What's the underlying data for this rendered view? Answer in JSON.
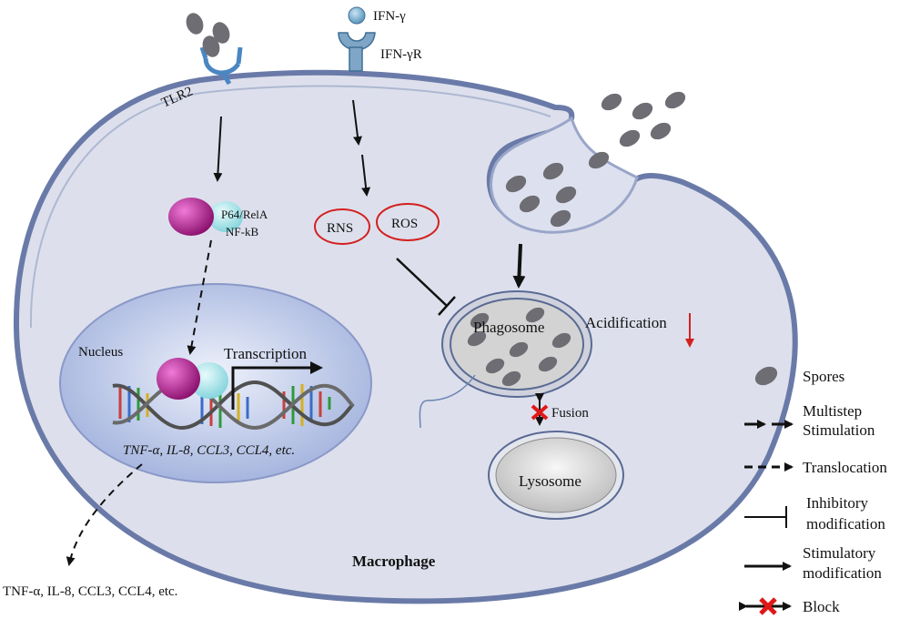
{
  "labels": {
    "ifn_gamma": "IFN-γ",
    "ifn_gamma_r": "IFN-γR",
    "tlr2": "TLR2",
    "p64_rela": "P64/RelA",
    "nf_kb": "NF-kB",
    "rns": "RNS",
    "ros": "ROS",
    "nucleus": "Nucleus",
    "transcription": "Transcription",
    "genes": "TNF-α, IL-8, CCL3, CCL4, etc.",
    "secreted": "TNF-α, IL-8, CCL3, CCL4, etc.",
    "phagosome": "Phagosome",
    "acidification": "Acidification",
    "fusion": "Fusion",
    "lysosome": "Lysosome",
    "macrophage": "Macrophage"
  },
  "legend": {
    "items": [
      {
        "symbol": "spore",
        "lines": [
          "Spores"
        ]
      },
      {
        "symbol": "multistep-arrow",
        "lines": [
          "Multistep",
          "Stimulation"
        ]
      },
      {
        "symbol": "dashed-arrow",
        "lines": [
          "Translocation"
        ]
      },
      {
        "symbol": "inhibitory-bar",
        "lines": [
          "Inhibitory",
          "modification"
        ]
      },
      {
        "symbol": "solid-arrow",
        "lines": [
          "Stimulatory",
          "modification"
        ]
      },
      {
        "symbol": "block",
        "lines": [
          "Block"
        ]
      }
    ]
  },
  "colors": {
    "cell_fill": "#dde0ec",
    "cell_border": "#6a7aa8",
    "nucleus_fill": "#b9c4e4",
    "spore": "#6d6d73",
    "receptor": "#4a86c2",
    "nfkb_magenta": "#b0208e",
    "nfkb_cyan": "#8fe0e6",
    "ros_rns_outline": "#d42020",
    "block_red": "#e01818",
    "acidification_arrow": "#d42020"
  }
}
